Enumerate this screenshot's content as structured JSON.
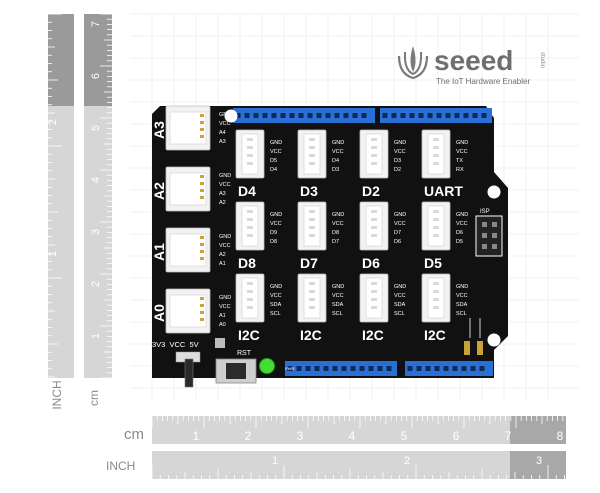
{
  "brand": {
    "name": "seeed",
    "studio": "studio",
    "tagline": "The IoT Hardware Enabler"
  },
  "rulers": {
    "cm_label": "cm",
    "inch_label": "INCH",
    "h_cm_ticks": [
      "1",
      "2",
      "3",
      "4",
      "5",
      "6",
      "7",
      "8"
    ],
    "h_inch_ticks": [
      "1",
      "2",
      "3"
    ],
    "v_cm_ticks": [
      "7",
      "6",
      "5",
      "4",
      "3",
      "2",
      "1"
    ],
    "v_inch_ticks": [
      "2",
      "1"
    ]
  },
  "board": {
    "analog_ports": [
      {
        "label": "A3",
        "pins": [
          "GND",
          "VCC",
          "A4",
          "A3"
        ]
      },
      {
        "label": "A2",
        "pins": [
          "GND",
          "VCC",
          "A3",
          "A2"
        ]
      },
      {
        "label": "A1",
        "pins": [
          "GND",
          "VCC",
          "A2",
          "A1"
        ]
      },
      {
        "label": "A0",
        "pins": [
          "GND",
          "VCC",
          "A1",
          "A0"
        ]
      }
    ],
    "grid_ports": [
      {
        "label": "D4",
        "pins": [
          "GND",
          "VCC",
          "D5",
          "D4"
        ]
      },
      {
        "label": "D3",
        "pins": [
          "GND",
          "VCC",
          "D4",
          "D3"
        ]
      },
      {
        "label": "D2",
        "pins": [
          "GND",
          "VCC",
          "D3",
          "D2"
        ]
      },
      {
        "label": "UART",
        "pins": [
          "GND",
          "VCC",
          "TX",
          "RX"
        ]
      },
      {
        "label": "D8",
        "pins": [
          "GND",
          "VCC",
          "D9",
          "D8"
        ]
      },
      {
        "label": "D7",
        "pins": [
          "GND",
          "VCC",
          "D8",
          "D7"
        ]
      },
      {
        "label": "D6",
        "pins": [
          "GND",
          "VCC",
          "D7",
          "D6"
        ]
      },
      {
        "label": "D5",
        "pins": [
          "GND",
          "VCC",
          "D6",
          "D5"
        ]
      },
      {
        "label": "I2C",
        "pins": [
          "GND",
          "VCC",
          "SDA",
          "SCL"
        ]
      },
      {
        "label": "I2C",
        "pins": [
          "GND",
          "VCC",
          "SDA",
          "SCL"
        ]
      },
      {
        "label": "I2C",
        "pins": [
          "GND",
          "VCC",
          "SDA",
          "SCL"
        ]
      },
      {
        "label": "I2C",
        "pins": [
          "GND",
          "VCC",
          "SDA",
          "SCL"
        ]
      }
    ],
    "isp_label": "ISP",
    "voltage_label": "3V3  VCC  5V",
    "reset_label": "RST",
    "power_label": "PWR",
    "colors": {
      "pcb": "#111111",
      "header": "#2a6fd6",
      "connector": "#f2f2f2",
      "led": "#44dd33"
    }
  }
}
